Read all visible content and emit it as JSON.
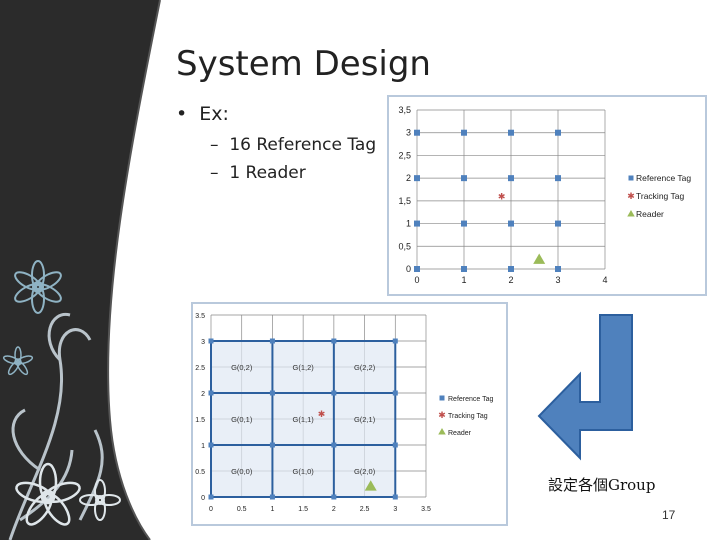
{
  "slide": {
    "title": "System Design",
    "bullet_main": "Ex:",
    "sub_bullets": [
      "16 Reference Tag",
      "1 Reader"
    ],
    "caption": "設定各個Group",
    "page_number": "17"
  },
  "colors": {
    "reference": "#4f81bd",
    "tracking": "#c0504d",
    "reader": "#9bbb59",
    "arrow_fill": "#4f81bd",
    "arrow_stroke": "#2c5f9e",
    "dark_panel": "#2b2b2b"
  },
  "chart_data": [
    {
      "type": "scatter",
      "x_ticks": [
        "0",
        "1",
        "2",
        "3",
        "4"
      ],
      "y_ticks": [
        "0",
        "0,5",
        "1",
        "1,5",
        "2",
        "2,5",
        "3",
        "3,5"
      ],
      "xlim": [
        0,
        4
      ],
      "ylim": [
        0,
        3.5
      ],
      "grid": true,
      "legend_position": "right",
      "series": [
        {
          "name": "Reference Tag",
          "marker": "square",
          "points": [
            [
              0,
              0
            ],
            [
              1,
              0
            ],
            [
              2,
              0
            ],
            [
              3,
              0
            ],
            [
              0,
              1
            ],
            [
              1,
              1
            ],
            [
              2,
              1
            ],
            [
              3,
              1
            ],
            [
              0,
              2
            ],
            [
              1,
              2
            ],
            [
              2,
              2
            ],
            [
              3,
              2
            ],
            [
              0,
              3
            ],
            [
              1,
              3
            ],
            [
              2,
              3
            ],
            [
              3,
              3
            ]
          ]
        },
        {
          "name": "Tracking Tag",
          "marker": "star",
          "points": [
            [
              1.8,
              1.6
            ]
          ]
        },
        {
          "name": "Reader",
          "marker": "triangle",
          "points": [
            [
              2.6,
              0.2
            ]
          ]
        }
      ]
    },
    {
      "type": "scatter",
      "x_ticks": [
        "0",
        "0.5",
        "1",
        "1.5",
        "2",
        "2.5",
        "3",
        "3.5"
      ],
      "y_ticks": [
        "0",
        "0.5",
        "1",
        "1.5",
        "2",
        "2.5",
        "3",
        "3.5"
      ],
      "xlim": [
        0,
        3.5
      ],
      "ylim": [
        0,
        3.5
      ],
      "grid": true,
      "legend_position": "right",
      "groups": [
        {
          "label": "G(0,2)",
          "x": 0.5,
          "y": 2.5
        },
        {
          "label": "G(1,2)",
          "x": 1.5,
          "y": 2.5
        },
        {
          "label": "G(2,2)",
          "x": 2.5,
          "y": 2.5
        },
        {
          "label": "G(0,1)",
          "x": 0.5,
          "y": 1.5
        },
        {
          "label": "G(1,1)",
          "x": 1.5,
          "y": 1.5
        },
        {
          "label": "G(2,1)",
          "x": 2.5,
          "y": 1.5
        },
        {
          "label": "G(0,0)",
          "x": 0.5,
          "y": 0.5
        },
        {
          "label": "G(1,0)",
          "x": 1.5,
          "y": 0.5
        },
        {
          "label": "G(2,0)",
          "x": 2.5,
          "y": 0.5
        }
      ],
      "series": [
        {
          "name": "Reference Tag",
          "marker": "square",
          "points": [
            [
              0,
              0
            ],
            [
              1,
              0
            ],
            [
              2,
              0
            ],
            [
              3,
              0
            ],
            [
              0,
              1
            ],
            [
              1,
              1
            ],
            [
              2,
              1
            ],
            [
              3,
              1
            ],
            [
              0,
              2
            ],
            [
              1,
              2
            ],
            [
              2,
              2
            ],
            [
              3,
              2
            ],
            [
              0,
              3
            ],
            [
              1,
              3
            ],
            [
              2,
              3
            ],
            [
              3,
              3
            ]
          ]
        },
        {
          "name": "Tracking Tag",
          "marker": "star",
          "points": [
            [
              1.8,
              1.6
            ]
          ]
        },
        {
          "name": "Reader",
          "marker": "triangle",
          "points": [
            [
              2.6,
              0.2
            ]
          ]
        }
      ]
    }
  ]
}
